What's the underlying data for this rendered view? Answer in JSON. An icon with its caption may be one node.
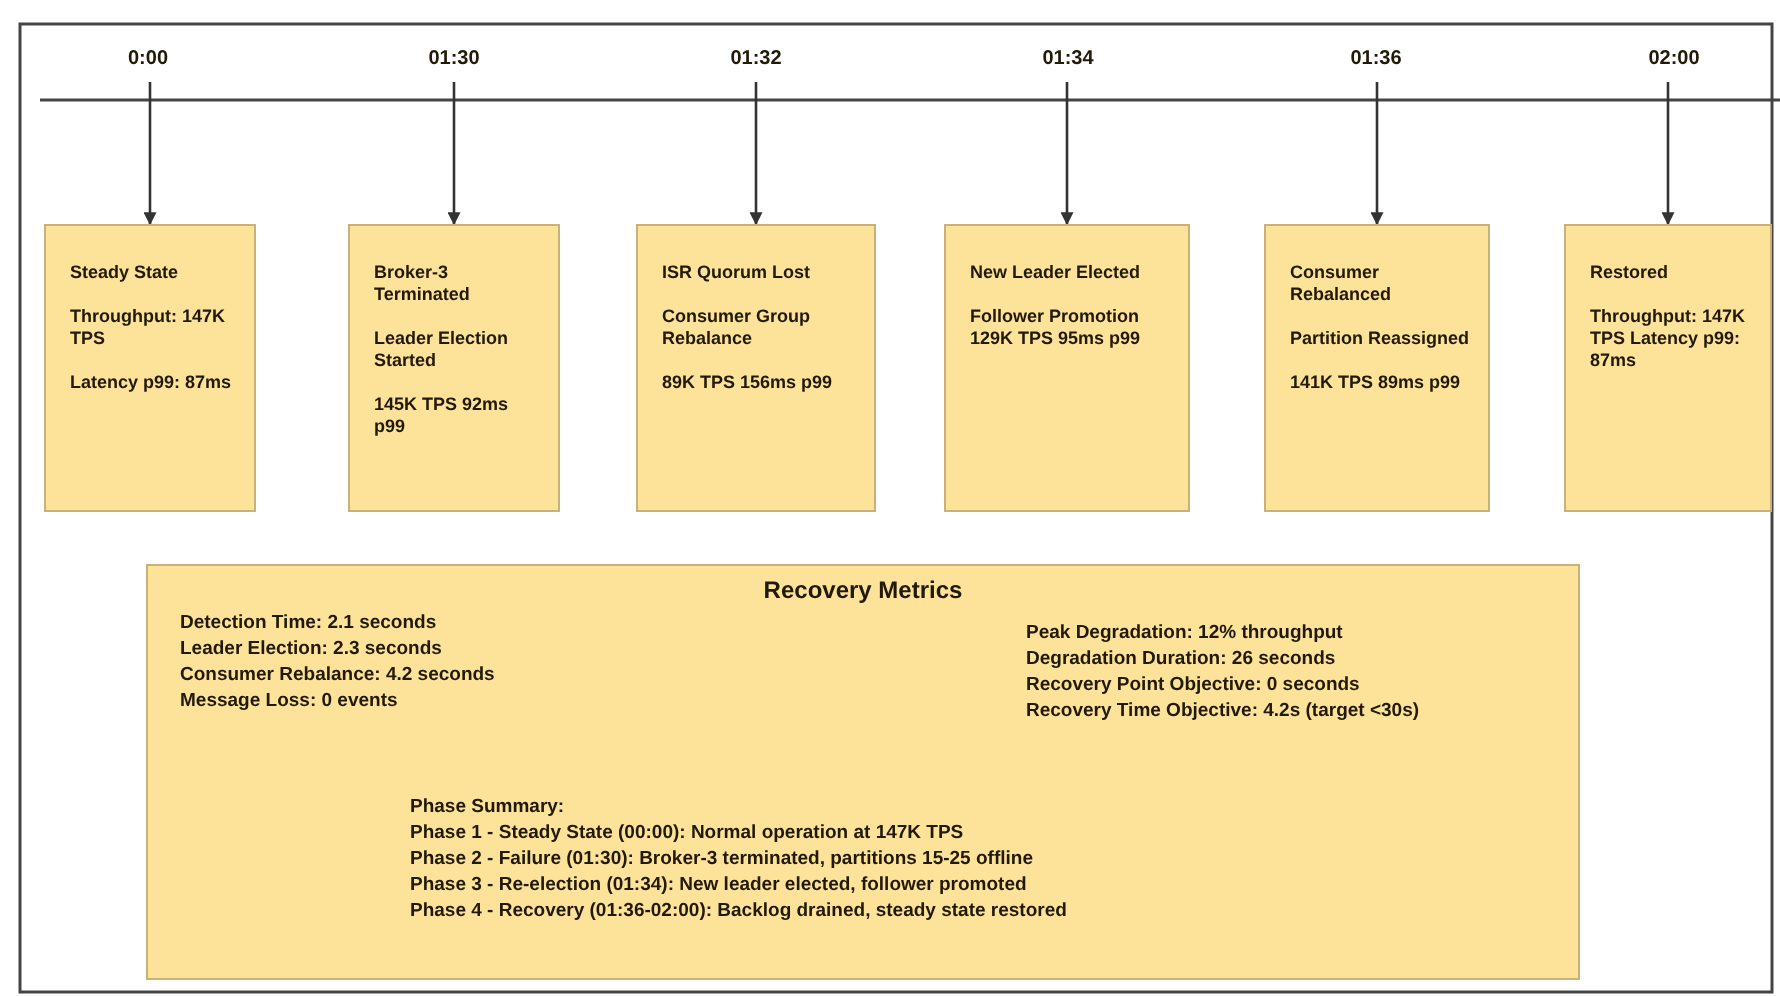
{
  "diagram": {
    "nodes": [
      {
        "text": [
          "0:00"
        ]
      },
      {
        "text": [
          "01:30"
        ]
      },
      {
        "text": [
          "01:32"
        ]
      },
      {
        "text": [
          "01:34"
        ]
      },
      {
        "text": [
          "01:36"
        ]
      },
      {
        "text": [
          "02:00"
        ]
      },
      {
        "text": [
          "Steady State",
          "Throughput: 147K TPS",
          "Latency p99: 87ms"
        ]
      },
      {
        "text": [
          "Broker-3 Terminated",
          "Leader Election Started",
          "145K TPS 92ms p99"
        ]
      },
      {
        "text": [
          "ISR Quorum Lost",
          "Consumer Group Rebalance",
          "89K TPS 156ms p99"
        ]
      },
      {
        "text": [
          "New Leader Elected",
          "Follower Promotion 129K TPS 95ms p99"
        ]
      },
      {
        "text": [
          "Consumer Rebalanced",
          "Partition Reassigned",
          "141K TPS 89ms p99"
        ]
      },
      {
        "text": [
          "Restored",
          "Throughput: 147K TPS Latency p99: 87ms"
        ]
      },
      {
        "text": [
          "Recovery Metrics",
          "Detection Time: 2.1 seconds",
          "Leader Election: 2.3 seconds",
          "Consumer Rebalance: 4.2 seconds",
          "Message Loss: 0 events",
          "Peak Degradation: 12% throughput",
          "Degradation Duration: 26 seconds",
          "Recovery Point Objective: 0 seconds",
          "Recovery Time Objective: 4.2s (target <30s)",
          "Phase Summary:",
          "Phase 1 - Steady State (00:00): Normal operation at 147K TPS",
          "Phase 2 - Failure (01:30): Broker-3 terminated, partitions 15-25 offline",
          "Phase 3 - Re-election (01:34): New leader elected, follower promoted",
          "Phase 4 - Recovery (01:36-02:00): Backlog drained, steady state restored"
        ]
      }
    ],
    "edges": [
      {
        "from": 0,
        "to": 6,
        "arrow": "to"
      },
      {
        "from": 1,
        "to": 7,
        "arrow": "to"
      },
      {
        "from": 2,
        "to": 8,
        "arrow": "to"
      },
      {
        "from": 3,
        "to": 9,
        "arrow": "to"
      },
      {
        "from": 4,
        "to": 10,
        "arrow": "to"
      },
      {
        "from": 5,
        "to": 11,
        "arrow": "to"
      }
    ]
  }
}
